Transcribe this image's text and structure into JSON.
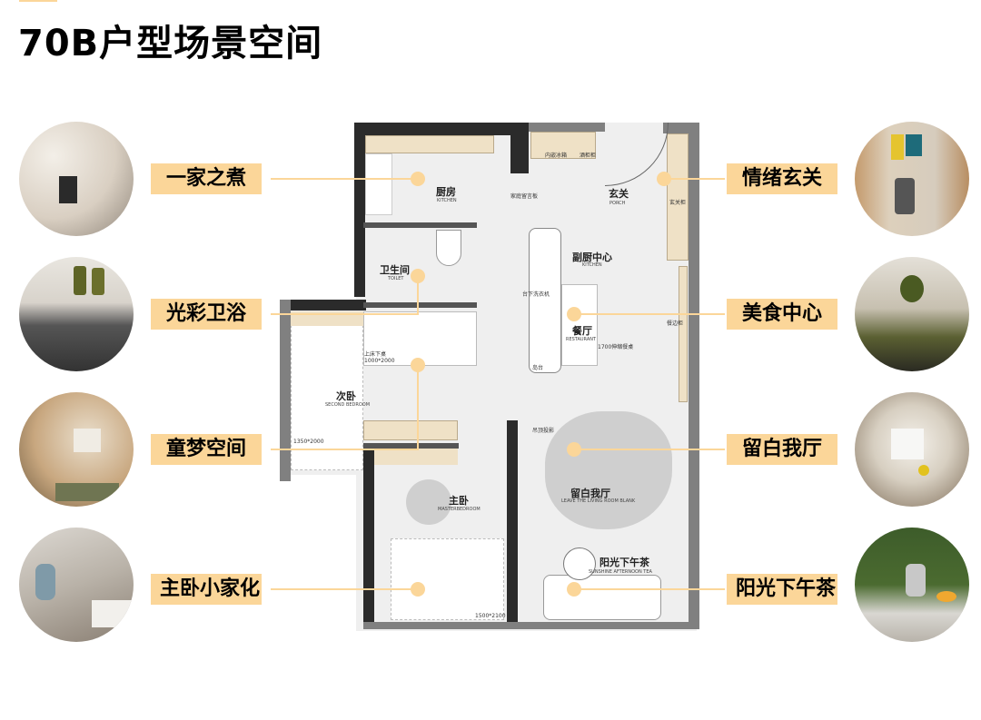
{
  "title": "70B户型场景空间",
  "colors": {
    "accent": "#fbd699",
    "wall": "#2b2b2b",
    "wall_grey": "#808080",
    "floor": "#efefef",
    "cabinet": "#efe1c6"
  },
  "left_scenes": [
    {
      "label": "一家之煮",
      "room": "厨房"
    },
    {
      "label": "光彩卫浴",
      "room": "卫生间"
    },
    {
      "label": "童梦空间",
      "room": "次卧"
    },
    {
      "label": "主卧小家化",
      "room": "主卧"
    }
  ],
  "right_scenes": [
    {
      "label": "情绪玄关",
      "room": "玄关"
    },
    {
      "label": "美食中心",
      "room": "餐厅"
    },
    {
      "label": "留白我厅",
      "room": "留白我厅"
    },
    {
      "label": "阳光下午茶",
      "room": "阳光下午茶"
    }
  ],
  "floorplan": {
    "rooms": {
      "kitchen": {
        "cn": "厨房",
        "en": "KITCHEN"
      },
      "porch": {
        "cn": "玄关",
        "en": "PORCH"
      },
      "sub_kitchen": {
        "cn": "副厨中心",
        "en": "KITCHEN"
      },
      "toilet": {
        "cn": "卫生间",
        "en": "TOILET"
      },
      "restaurant": {
        "cn": "餐厅",
        "en": "RESTAURANT"
      },
      "second_bedroom": {
        "cn": "次卧",
        "en": "SECOND BEDROOM"
      },
      "living": {
        "cn": "留白我厅",
        "en": "LEAVE THE LIVING ROOM BLANK"
      },
      "master": {
        "cn": "主卧",
        "en": "MASTERBEDROOM"
      },
      "tea": {
        "cn": "阳光下午茶",
        "en": "SUNSHINE AFTERNOON TEA"
      }
    },
    "annotations": {
      "fridge": "内嵌冰箱",
      "sideboard": "酒柜柜",
      "home_board": "家庭留言板",
      "porch_cabinet": "玄关柜",
      "washer": "台下洗衣机",
      "island": "岛台",
      "table": "1700伸缩餐桌",
      "dining_cabinet": "餐边柜",
      "loft_bed": "上床下桌",
      "loft_size": "1000*2000",
      "second_bed_size": "1350*2000",
      "projection": "吊顶投影",
      "master_bed_size": "1500*2100"
    }
  }
}
